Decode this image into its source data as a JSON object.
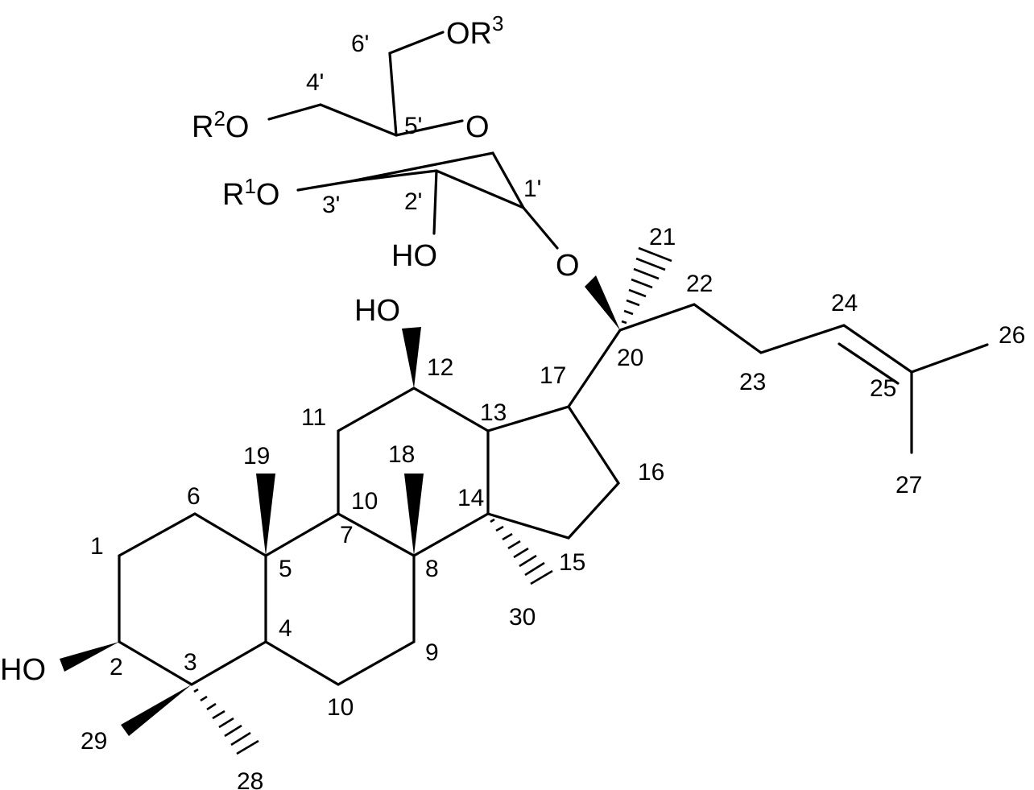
{
  "molecule": {
    "colors": {
      "ink": "#000000",
      "background": "#ffffff"
    },
    "atom_numbers": {
      "c1": "1",
      "c2": "2",
      "c3": "3",
      "c4": "4",
      "c5": "5",
      "c6": "6",
      "c7": "7",
      "c8": "8",
      "c9": "9",
      "c10a": "10",
      "c10b": "10",
      "c11": "11",
      "c12": "12",
      "c13": "13",
      "c14": "14",
      "c15": "15",
      "c16": "16",
      "c17": "17",
      "c18": "18",
      "c19": "19",
      "c20": "20",
      "c21": "21",
      "c22": "22",
      "c23": "23",
      "c24": "24",
      "c25": "25",
      "c26": "26",
      "c27": "27",
      "c28": "28",
      "c29": "29",
      "c30": "30",
      "s1": "1'",
      "s2": "2'",
      "s3": "3'",
      "s4": "4'",
      "s5": "5'",
      "s6": "6'"
    },
    "groups": {
      "ho_c2": "HO",
      "ho_c12": "HO",
      "ho_2p": "HO",
      "o_ring": "O",
      "o_link": "O",
      "r1o": {
        "r": "R",
        "n": "1",
        "o": "O"
      },
      "r2o": {
        "r": "R",
        "n": "2",
        "o": "O"
      },
      "or3": {
        "o": "OR",
        "n": "3"
      }
    }
  }
}
